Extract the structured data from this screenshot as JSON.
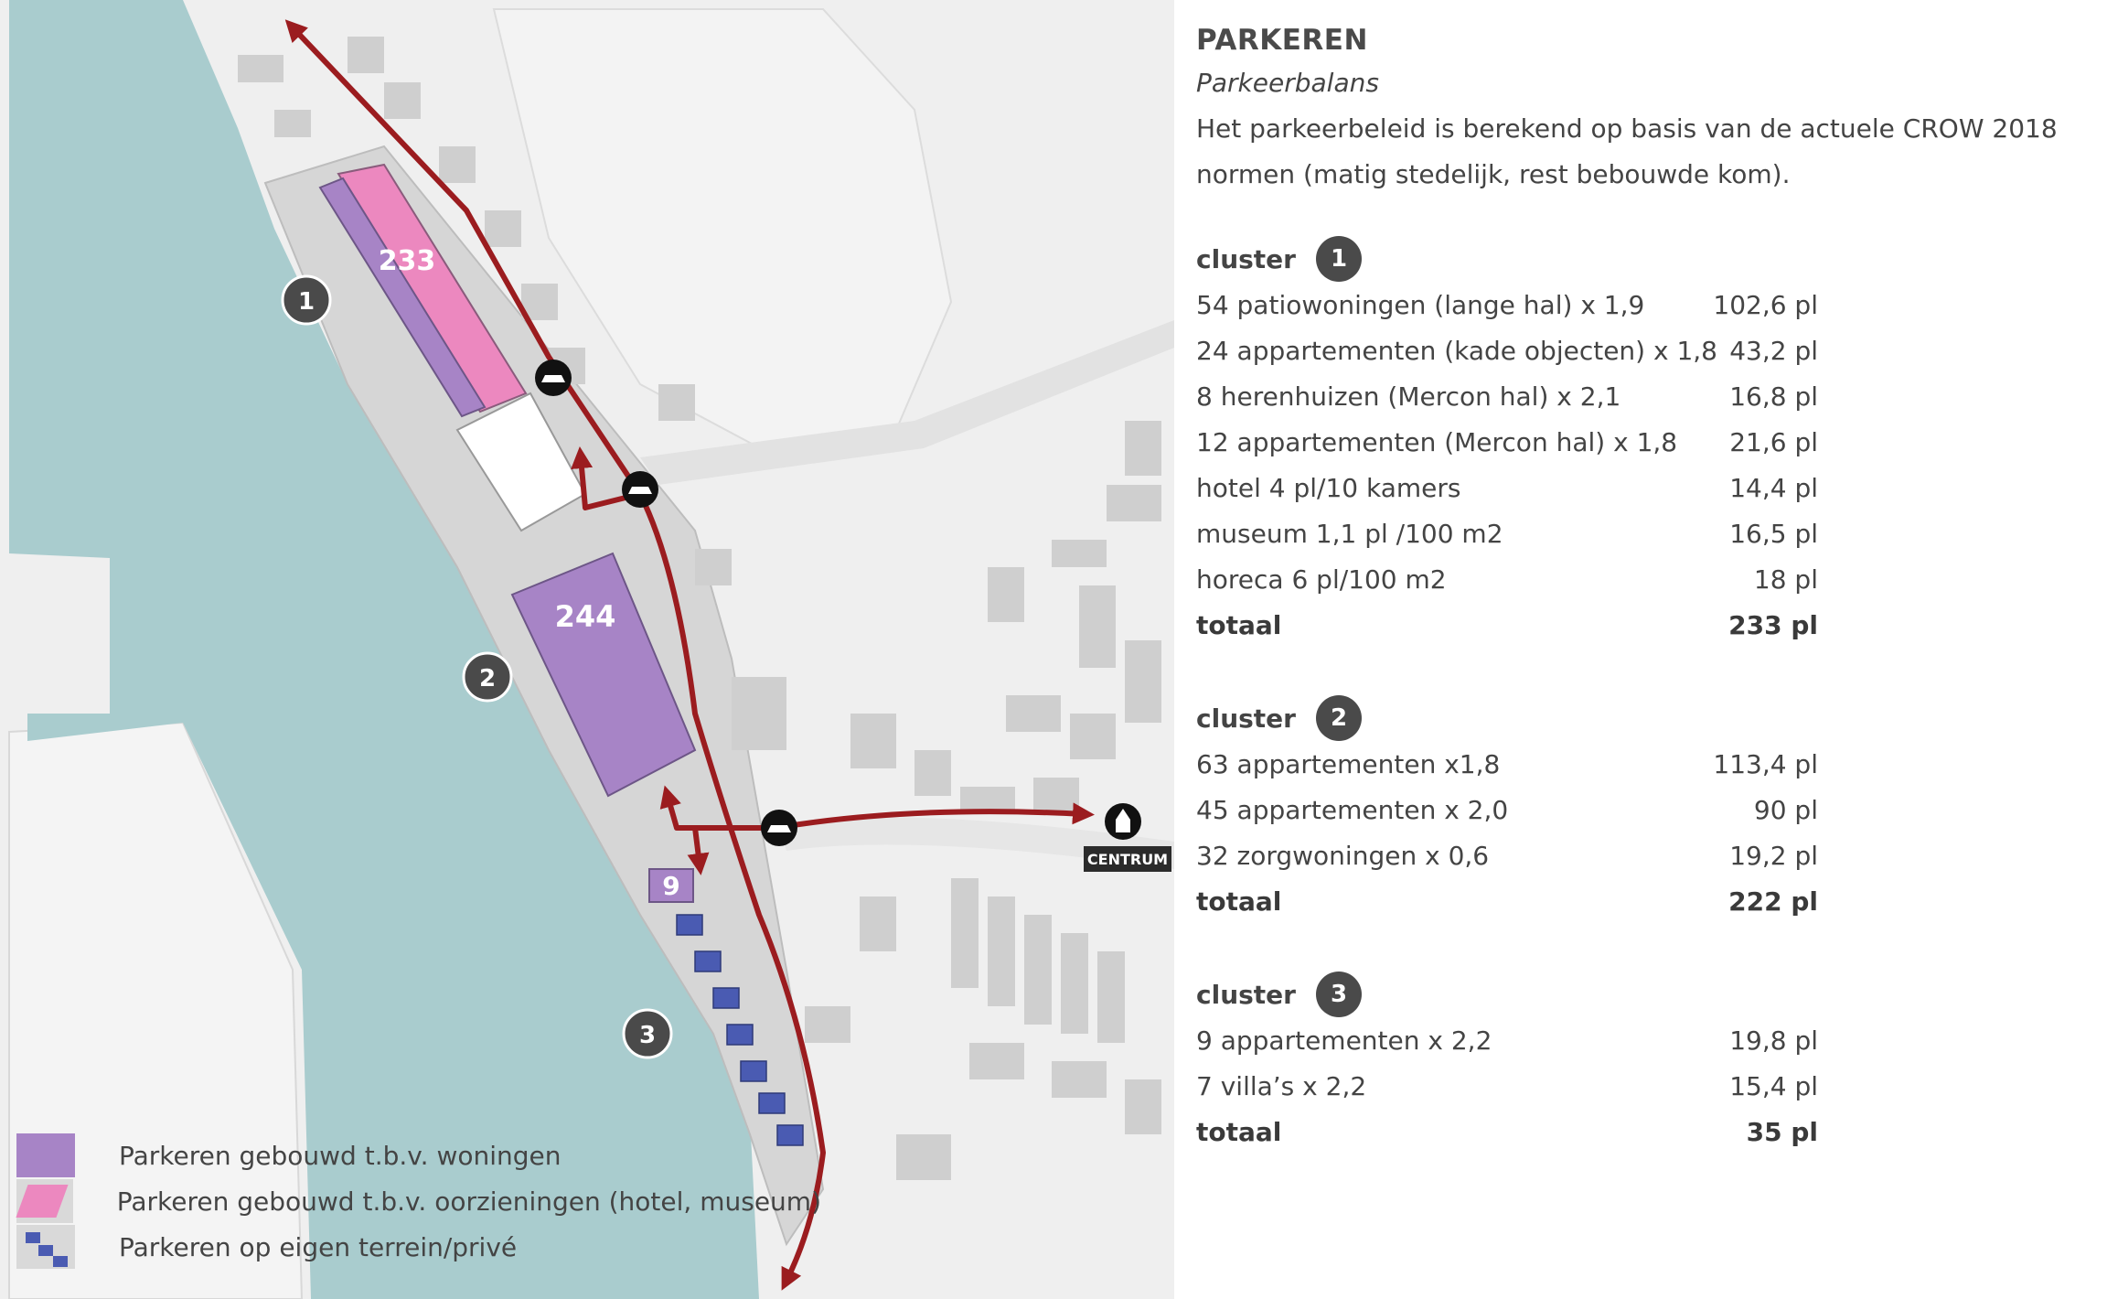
{
  "panel": {
    "title": "PARKEREN",
    "subtitle": "Parkeerbalans",
    "intro": "Het parkeerbeleid is berekend op basis van de actuele CROW 2018 normen (matig stedelijk, rest bebouwde kom)."
  },
  "clusters": [
    {
      "label": "cluster",
      "number": "1",
      "rows": [
        {
          "desc": "54 patiowoningen (lange hal) x 1,9",
          "value": "102,6 pl"
        },
        {
          "desc": "24 appartementen (kade objecten) x 1,8",
          "value": "43,2 pl"
        },
        {
          "desc": "8 herenhuizen (Mercon hal) x 2,1",
          "value": "16,8 pl"
        },
        {
          "desc": "12 appartementen (Mercon hal) x 1,8",
          "value": "21,6 pl"
        },
        {
          "desc": "hotel 4 pl/10 kamers",
          "value": "14,4 pl"
        },
        {
          "desc": "museum 1,1 pl /100 m2",
          "value": "16,5 pl"
        },
        {
          "desc": "horeca 6 pl/100 m2",
          "value": "18 pl"
        }
      ],
      "total": {
        "desc": "totaal",
        "value": "233 pl"
      }
    },
    {
      "label": "cluster",
      "number": "2",
      "rows": [
        {
          "desc": "63 appartementen x1,8",
          "value": "113,4 pl"
        },
        {
          "desc": "45 appartementen x 2,0",
          "value": "90 pl"
        },
        {
          "desc": "32 zorgwoningen x 0,6",
          "value": "19,2 pl"
        }
      ],
      "total": {
        "desc": "totaal",
        "value": "222 pl"
      }
    },
    {
      "label": "cluster",
      "number": "3",
      "rows": [
        {
          "desc": "9 appartementen x 2,2",
          "value": "19,8 pl"
        },
        {
          "desc": "7 villa’s x 2,2",
          "value": "15,4 pl"
        }
      ],
      "total": {
        "desc": "totaal",
        "value": "35 pl"
      }
    }
  ],
  "map": {
    "labels": {
      "garage1": "233",
      "garage2": "244",
      "garage3": "9",
      "cluster1": "1",
      "cluster2": "2",
      "cluster3": "3",
      "centrum": "CENTRUM"
    },
    "icons": [
      "car-icon",
      "church-icon"
    ],
    "colors": {
      "water": "#a9ccce",
      "built_parking_housing": "#a784c6",
      "built_parking_facilities": "#ec88bf",
      "private_parking": "#4a5bb2",
      "route": "#9b1c1f",
      "badge": "#4a4a4a"
    }
  },
  "legend": [
    {
      "label": "Parkeren gebouwd t.b.v. woningen",
      "icon": "purple-swatch"
    },
    {
      "label": "Parkeren gebouwd t.b.v. oorzieningen (hotel, museum)",
      "icon": "pink-swatch"
    },
    {
      "label": "Parkeren op eigen terrein/privé",
      "icon": "blue-swatch"
    }
  ]
}
